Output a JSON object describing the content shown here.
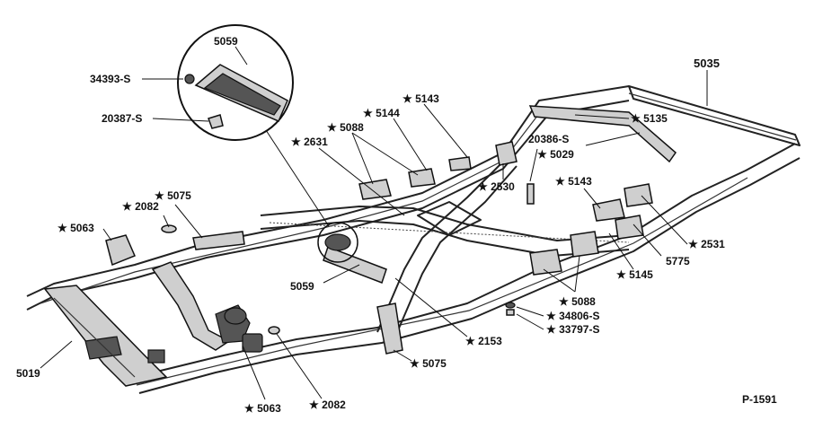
{
  "labels": {
    "l5059_top": "5059",
    "l34393s": "34393-S",
    "l20387s": "20387-S",
    "l5035": "5035",
    "l5143_a": "★ 5143",
    "l5144": "★ 5144",
    "l5088_a": "★ 5088",
    "l2631": "★ 2631",
    "l5135": "★ 5135",
    "l20386s": "20386-S",
    "l5029": "★ 5029",
    "l2530": "★ 2530",
    "l5143_b": "★ 5143",
    "l5075_a": "★ 5075",
    "l2082_a": "★ 2082",
    "l5063_a": "★ 5063",
    "l2531": "★ 2531",
    "l5775": "5775",
    "l5145": "★ 5145",
    "l5059_mid": "5059",
    "l5088_b": "★ 5088",
    "l34806s": "★ 34806-S",
    "l33797s": "★ 33797-S",
    "l2153": "★ 2153",
    "l5019": "5019",
    "l5075_b": "★ 5075",
    "l5063_b": "★ 5063",
    "l2082_b": "★ 2082",
    "figure_code": "P-1591"
  }
}
